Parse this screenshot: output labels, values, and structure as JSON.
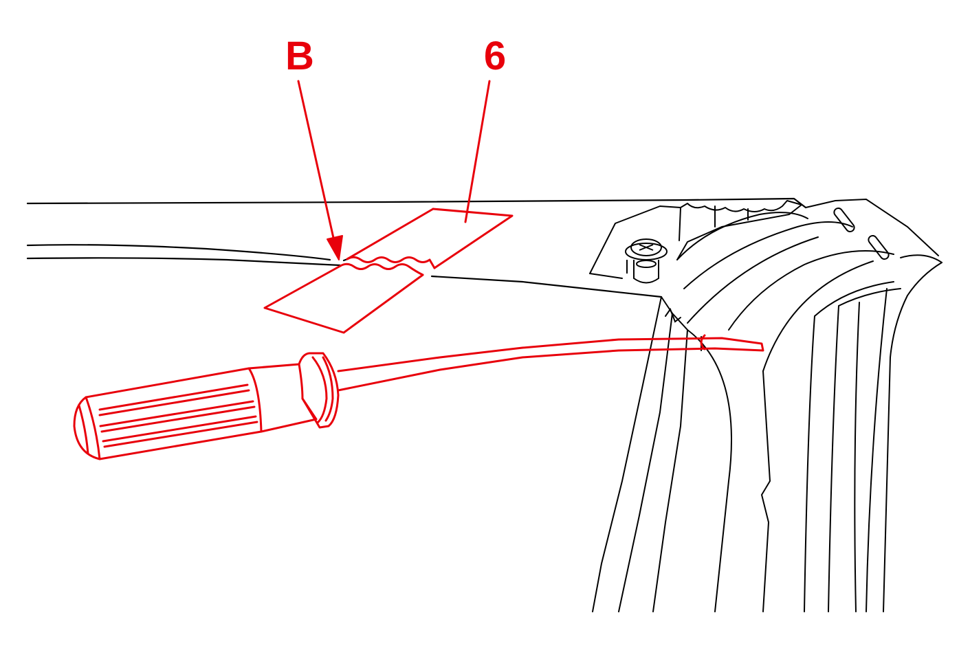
{
  "diagram": {
    "callouts": [
      {
        "id": "B",
        "label": "B"
      },
      {
        "id": "6",
        "label": "6"
      }
    ],
    "colors": {
      "highlight": "#e8000b",
      "line": "#000000",
      "background": "#ffffff"
    },
    "components": {
      "tool": "flat-screwdriver",
      "part_highlighted": "tape-strip",
      "surround": "appliance-top-panel-and-door-seal"
    }
  }
}
